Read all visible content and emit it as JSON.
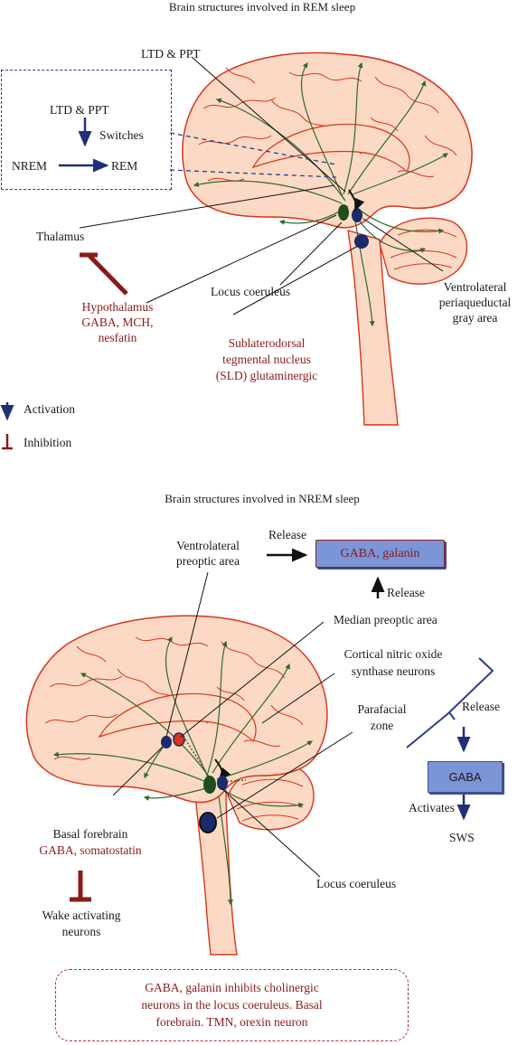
{
  "rem": {
    "title": "Brain structures involved in REM sleep",
    "inset": {
      "source": "LTD & PPT",
      "switches": "Switches",
      "from": "NREM",
      "to": "REM"
    },
    "labels": {
      "ltd_ppt": "LTD & PPT",
      "thalamus": "Thalamus",
      "hypothalamus": [
        "Hypothalamus",
        "GABA, MCH,",
        "nesfatin"
      ],
      "locus_coeruleus": "Locus coeruleus",
      "vlpag": [
        "Ventrolateral",
        "periaqueductal",
        "gray area"
      ],
      "sld": [
        "Sublaterodorsal",
        "tegmental nucleus",
        "(SLD) glutaminergic"
      ]
    }
  },
  "legend": {
    "activation": "Activation",
    "inhibition": "Inhibition"
  },
  "nrem": {
    "title": "Brain structures involved in NREM sleep",
    "vlpo": [
      "Ventrolateral",
      "preoptic area"
    ],
    "release_1": "Release",
    "gaba_galanin": "GABA, galanin",
    "release_2": "Release",
    "median_preoptic": "Median preoptic area",
    "cortical_nos": [
      "Cortical nitric oxide",
      "synthase neurons"
    ],
    "parafacial": [
      "Parafacial",
      "zone"
    ],
    "release_3": "Release",
    "gaba": "GABA",
    "activates": "Activates",
    "sws": "SWS",
    "basal_forebrain": "Basal forebrain",
    "basal_forebrain_sub": "GABA, somatostatin",
    "wake": [
      "Wake activating",
      "neurons"
    ],
    "locus_coeruleus": "Locus coeruleus",
    "note": [
      "GABA, galanin inhibits cholinergic",
      "neurons in the locus coeruleus. Basal",
      "forebrain. TMN, orexin neuron"
    ]
  },
  "colors": {
    "brain_fill": "#fcd9c4",
    "brain_line": "#d9341c",
    "pathway": "#2e6b2e",
    "activation": "#1f2f7a",
    "inhibition": "#8b1a1a",
    "node_dark": "#1b2a6b",
    "node_green": "#1f4d1f",
    "node_red": "#d9341c",
    "box_fill": "#7b95d6"
  }
}
